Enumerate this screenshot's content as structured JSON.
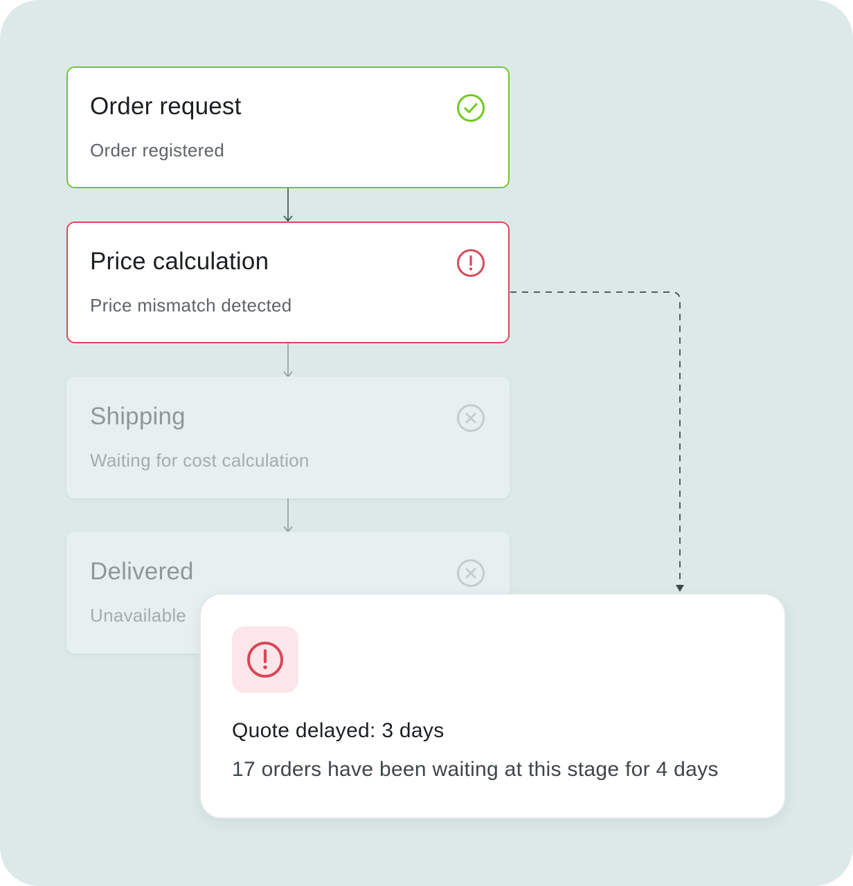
{
  "stages": [
    {
      "title": "Order request",
      "subtitle": "Order registered",
      "status": "success",
      "icon": "check-circle-icon"
    },
    {
      "title": "Price calculation",
      "subtitle": "Price mismatch detected",
      "status": "error",
      "icon": "alert-circle-icon"
    },
    {
      "title": "Shipping",
      "subtitle": "Waiting for cost calculation",
      "status": "disabled",
      "icon": "x-circle-icon"
    },
    {
      "title": "Delivered",
      "subtitle": "Unavailable",
      "status": "disabled",
      "icon": "x-circle-icon"
    }
  ],
  "alert": {
    "icon": "alert-circle-icon",
    "title": "Quote delayed: 3 days",
    "description": "17 orders have been waiting at this stage for 4 days"
  },
  "colors": {
    "background": "#dde9e8",
    "success": "#71c91c",
    "error": "#d8475a",
    "disabled": "#c4cccd",
    "alert_badge": "#fce6e9"
  }
}
